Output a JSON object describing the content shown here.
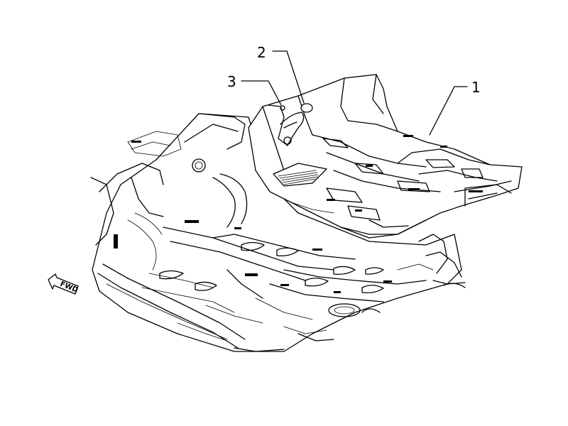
{
  "diagram": {
    "callouts": [
      {
        "id": "1",
        "label": "1"
      },
      {
        "id": "2",
        "label": "2"
      },
      {
        "id": "3",
        "label": "3"
      }
    ],
    "direction_indicator": {
      "label": "FWD"
    }
  }
}
